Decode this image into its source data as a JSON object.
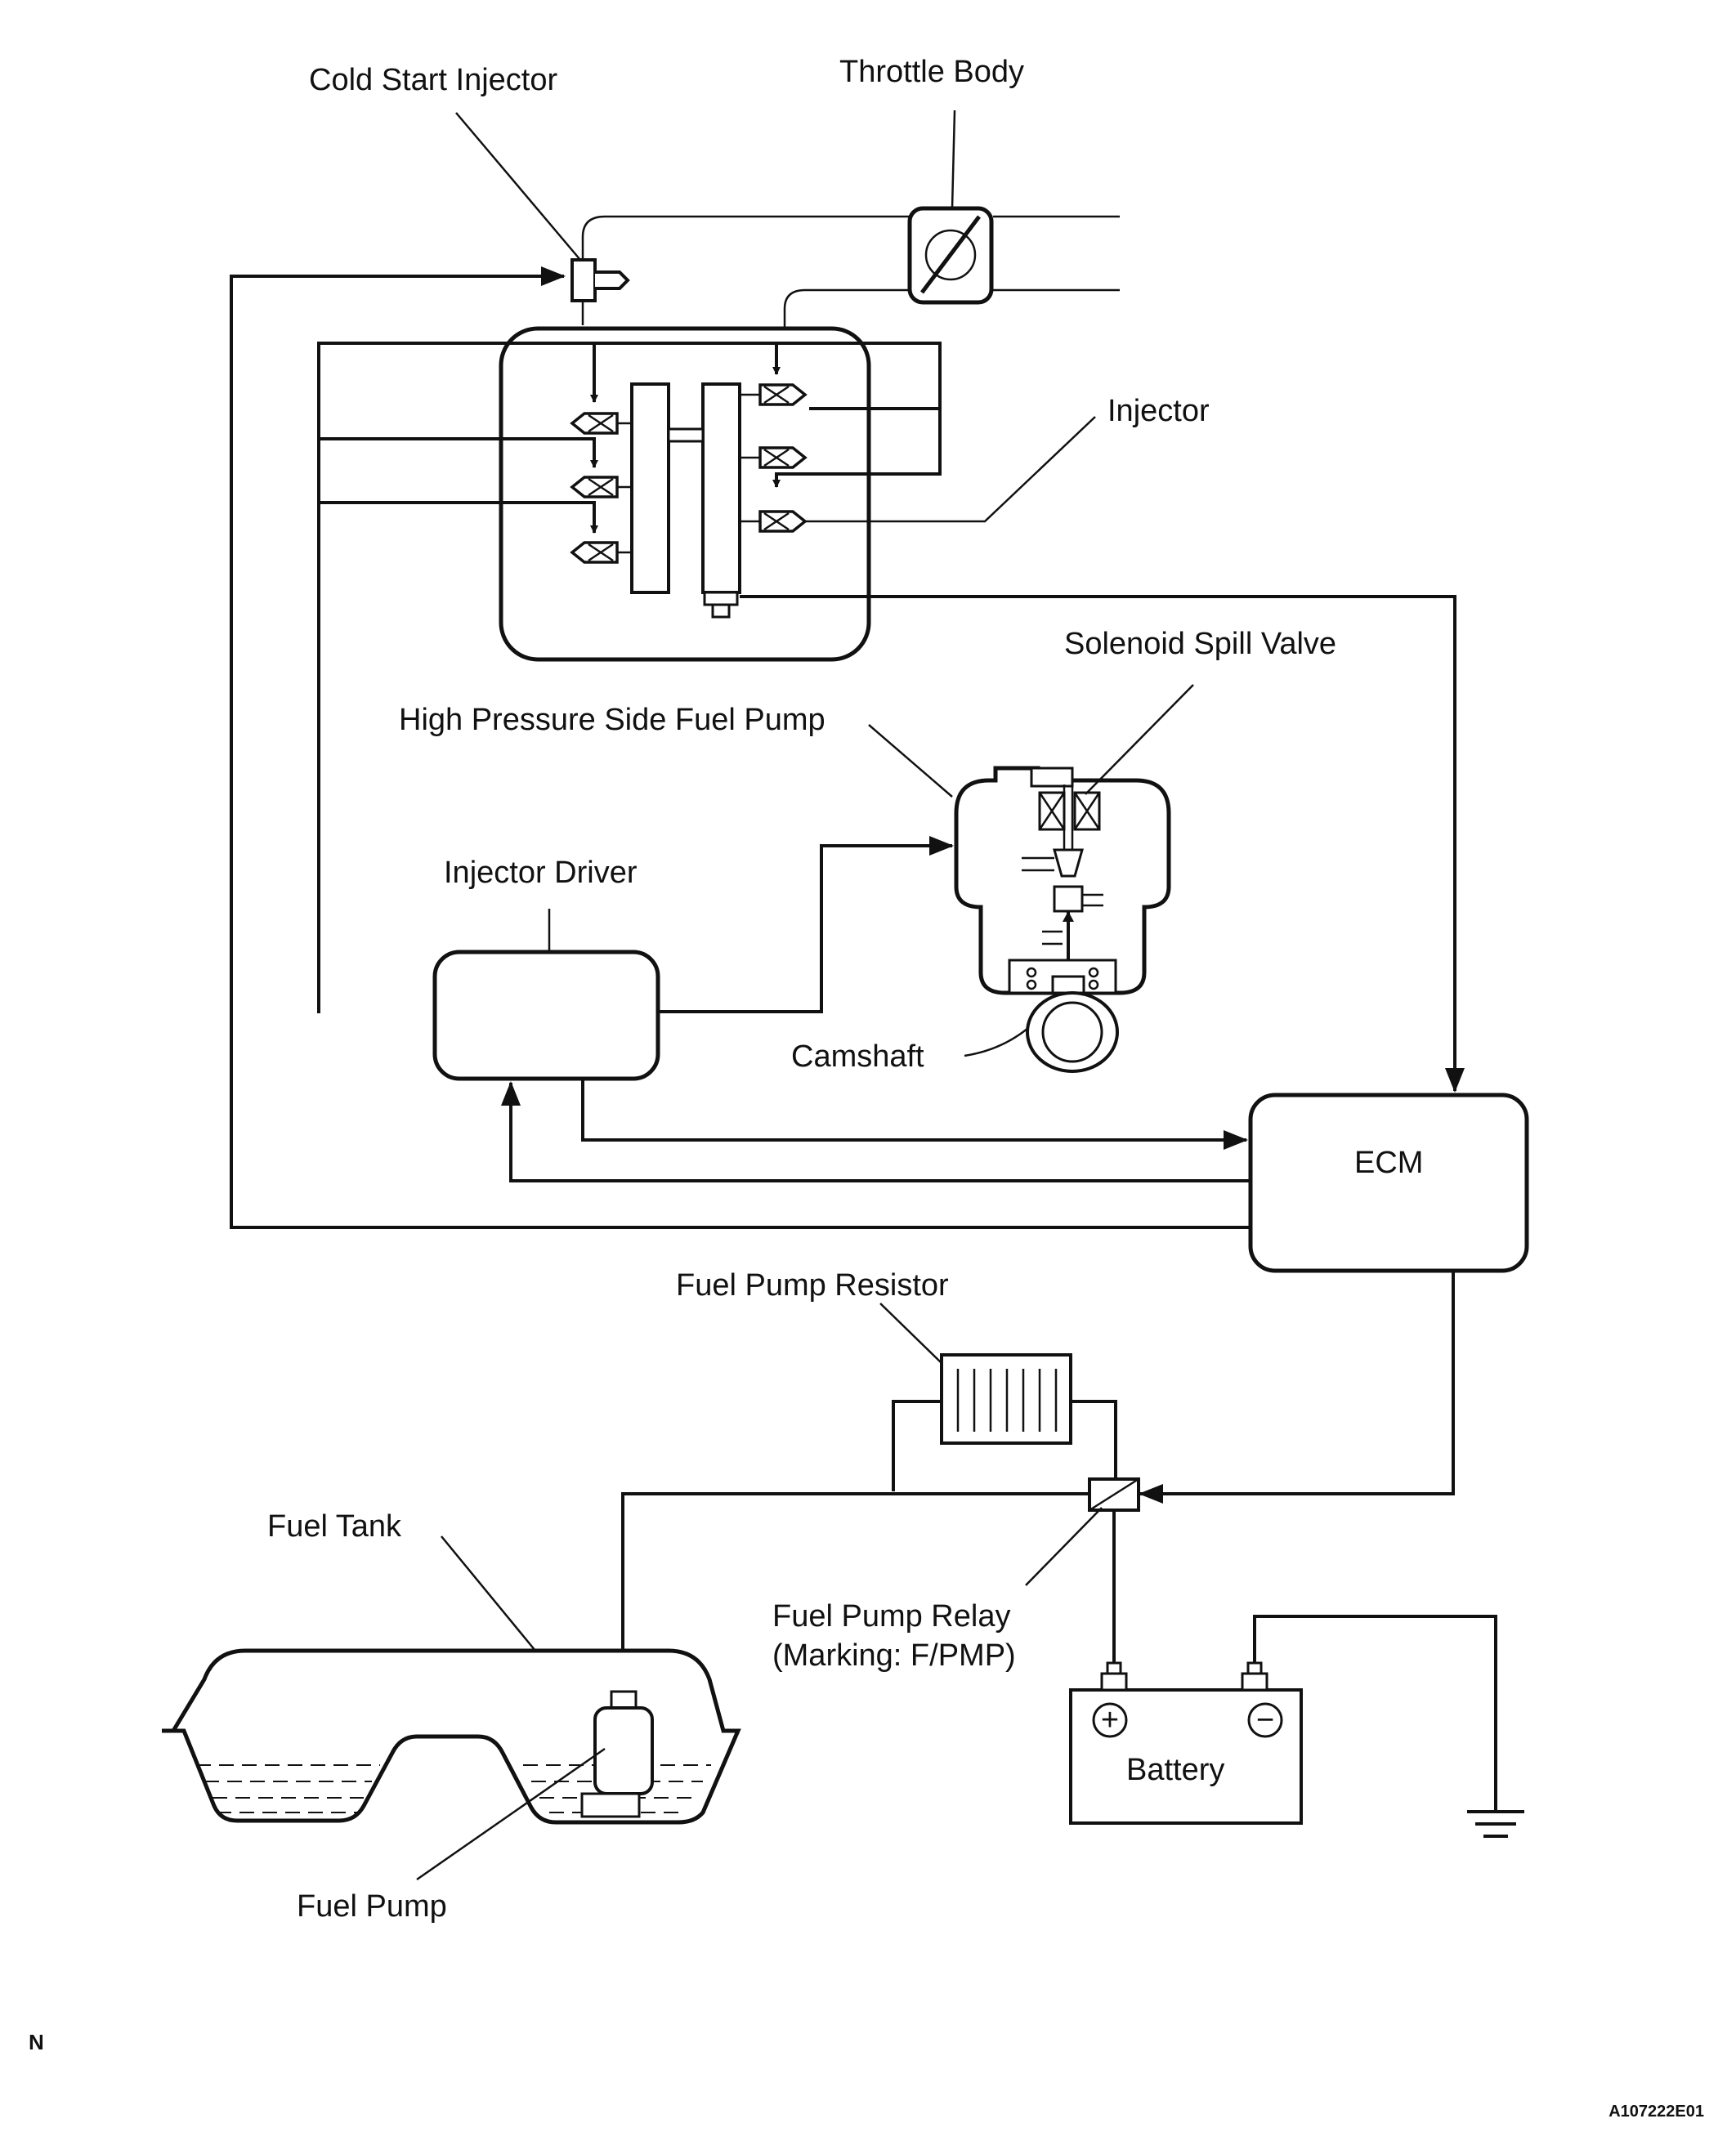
{
  "labels": {
    "cold_start_injector": "Cold Start Injector",
    "throttle_body": "Throttle Body",
    "injector": "Injector",
    "solenoid_spill_valve": "Solenoid Spill Valve",
    "high_pressure_pump": "High Pressure Side Fuel Pump",
    "injector_driver": "Injector Driver",
    "camshaft": "Camshaft",
    "ecm": "ECM",
    "fuel_pump_resistor": "Fuel Pump Resistor",
    "fuel_tank": "Fuel Tank",
    "fuel_pump_relay": "Fuel Pump Relay",
    "fuel_pump_relay_marking": "(Marking: F/PMP)",
    "battery": "Battery",
    "fuel_pump": "Fuel Pump",
    "battery_positive": "+",
    "battery_negative": "−"
  },
  "corner": {
    "left_mark": "N",
    "figure_code": "A107222E01"
  },
  "colors": {
    "line": "#111111",
    "background": "#ffffff"
  }
}
